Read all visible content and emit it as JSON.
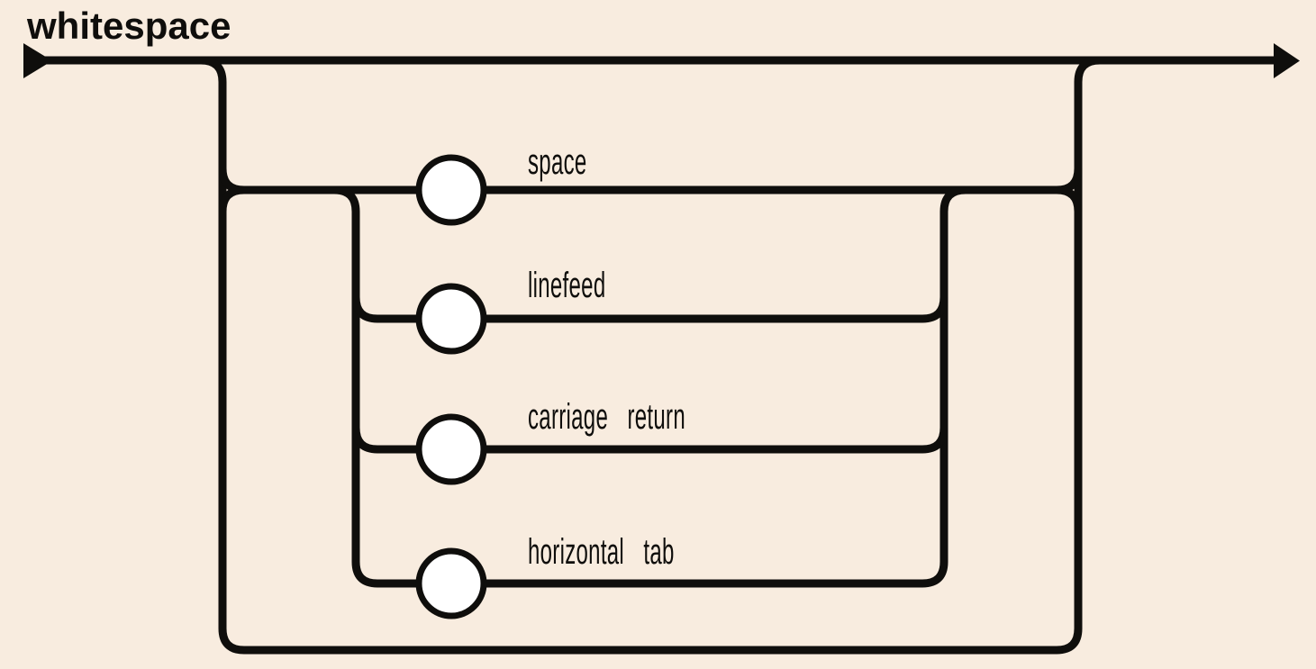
{
  "diagram": {
    "type": "railroad",
    "rule_name": "whitespace",
    "bypass": true,
    "repeat": true,
    "branches": [
      {
        "label": "space"
      },
      {
        "label": "linefeed"
      },
      {
        "label": "carriage return"
      },
      {
        "label": "horizontal tab"
      }
    ],
    "node_glyph": "empty-circle-terminal"
  },
  "theme": {
    "background": "#f8ecdf",
    "line_color": "#0f0e0c",
    "node_fill": "#ffffff"
  }
}
